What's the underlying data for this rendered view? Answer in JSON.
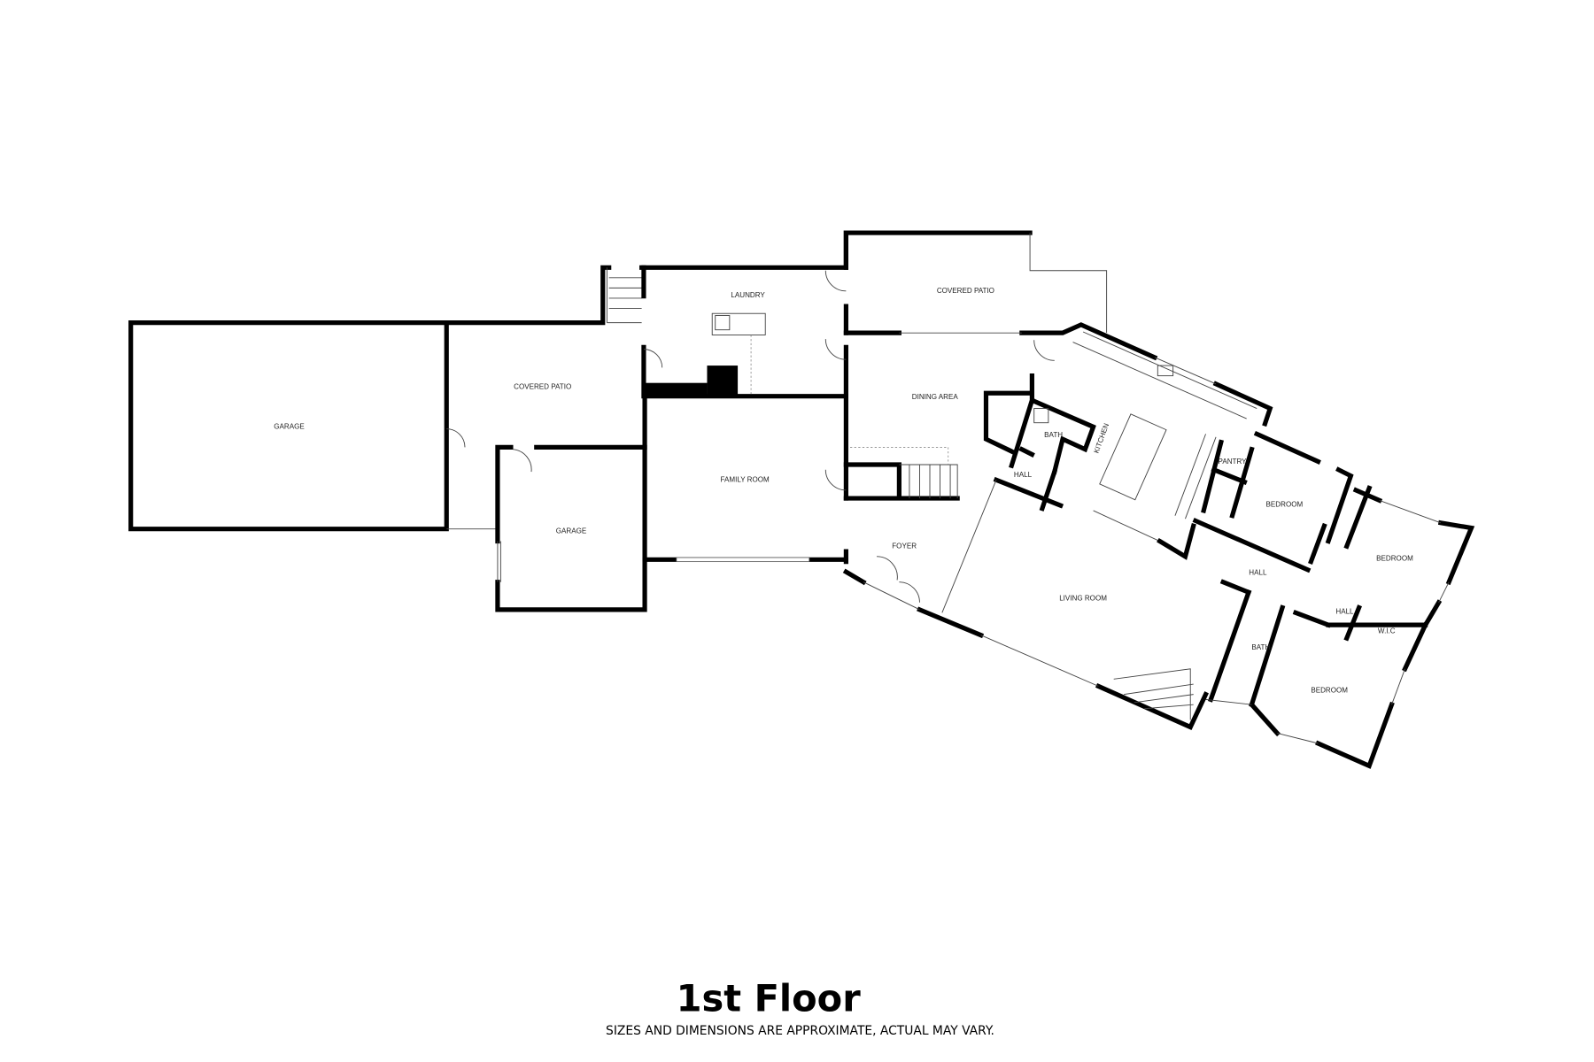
{
  "floor_title": "1st Floor",
  "disclaimer": "SIZES AND DIMENSIONS ARE APPROXIMATE, ACTUAL MAY VARY.",
  "rooms": {
    "garage_large": "GARAGE",
    "covered_patio_left": "COVERED PATIO",
    "garage_small": "GARAGE",
    "laundry": "LAUNDRY",
    "family_room": "FAMILY ROOM",
    "covered_patio_top": "COVERED PATIO",
    "dining_area": "DINING AREA",
    "foyer": "FOYER",
    "bath_1": "BATH",
    "hall_1": "HALL",
    "kitchen": "KITCHEN",
    "pantry": "PANTRY",
    "bedroom_1": "BEDROOM",
    "bedroom_2": "BEDROOM",
    "hall_2": "HALL",
    "hall_3": "HALL",
    "wic": "W.I.C",
    "living_room": "LIVING ROOM",
    "bath_2": "BATH",
    "bedroom_3": "BEDROOM"
  }
}
